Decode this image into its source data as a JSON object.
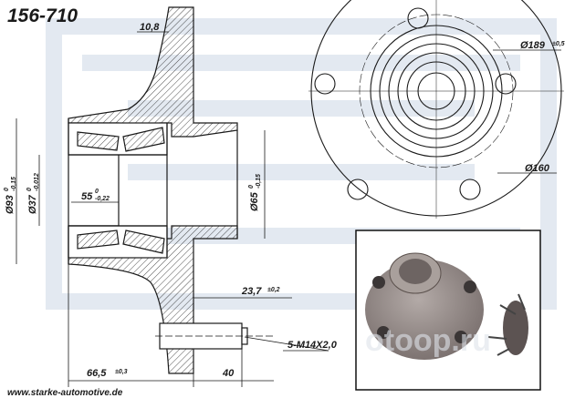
{
  "title": "156-710",
  "website": "www.starke-automotive.de",
  "watermark": "otoop.ru",
  "dimensions": {
    "flange_thickness": "10,8",
    "outer_diameter": {
      "value": "Ø189",
      "tol": "±0,5"
    },
    "bolt_circle": "Ø160",
    "bearing_od": {
      "value": "Ø93",
      "upper": "0",
      "lower": "-0,15"
    },
    "bore": {
      "value": "Ø37",
      "upper": "0",
      "lower": "-0,012"
    },
    "width": {
      "value": "55",
      "upper": "0",
      "lower": "-0,22"
    },
    "pilot": {
      "value": "Ø65",
      "upper": "0",
      "lower": "-0,15"
    },
    "offset": {
      "value": "23,7",
      "tol": "±0,2"
    },
    "studs": "5-M14X2,0",
    "length": {
      "value": "66,5",
      "tol": "±0,3"
    },
    "stud_length": "40"
  },
  "colors": {
    "watermark": "#dfe6ef",
    "line": "#1a1a1a",
    "metal": "#8f8583"
  }
}
